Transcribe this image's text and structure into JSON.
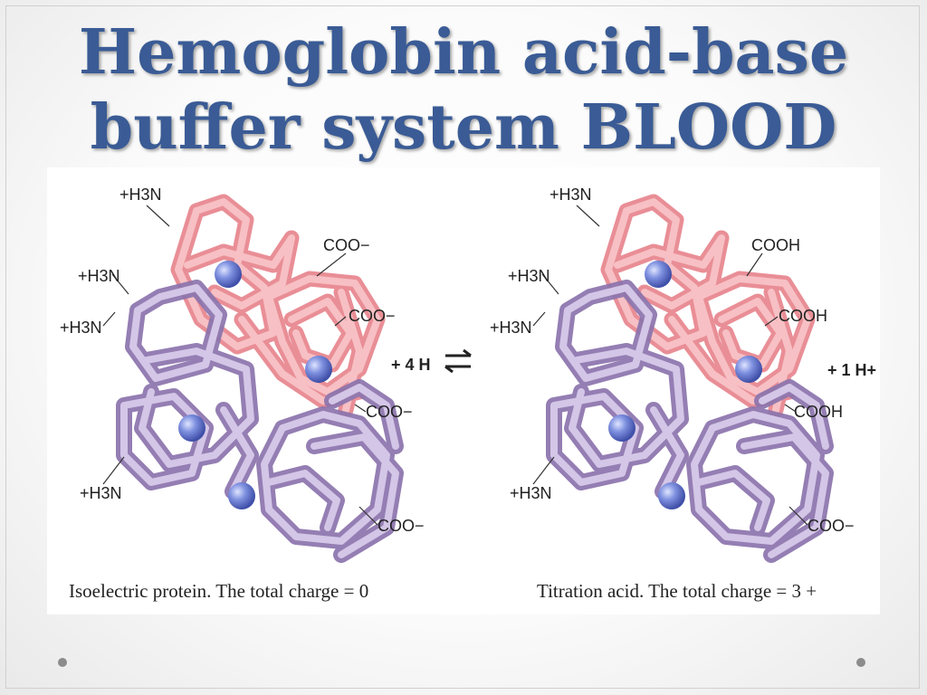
{
  "slide": {
    "title_line1": "Hemoglobin acid-base",
    "title_line2": "buffer system BLOOD"
  },
  "colors": {
    "title": "#3a5b95",
    "alpha_chains": "#f2a0a6",
    "beta_chains": "#b39ccb",
    "heme": "#6c7fd4"
  },
  "left_panel": {
    "caption": "Isoelectric protein. The total charge = 0",
    "amino_groups": [
      "+H3N",
      "+H3N",
      "+H3N",
      "+H3N"
    ],
    "carboxyl_groups": [
      "COO−",
      "COO−",
      "COO−",
      "COO−"
    ]
  },
  "reaction": {
    "reactant": "+ 4 H",
    "equilibrium_icon": "equilibrium-arrows-icon",
    "product": "+ 1 H+"
  },
  "right_panel": {
    "caption": "Titration acid. The total charge = 3 +",
    "amino_groups": [
      "+H3N",
      "+H3N",
      "+H3N",
      "+H3N"
    ],
    "carboxyl_groups": [
      "COOH",
      "COOH",
      "COOH",
      "COO−"
    ]
  }
}
